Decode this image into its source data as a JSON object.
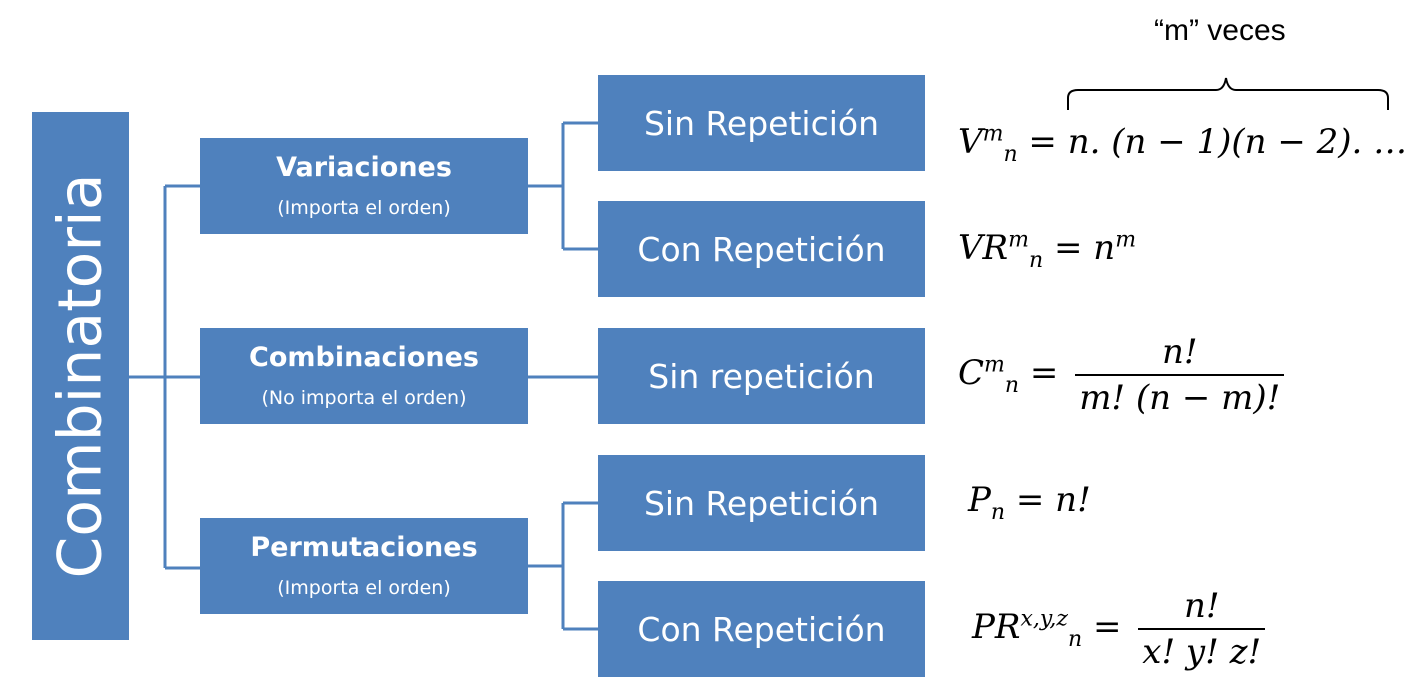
{
  "root": {
    "label": "Combinatoria"
  },
  "categories": [
    {
      "title": "Variaciones",
      "subtitle": "(Importa el orden)"
    },
    {
      "title": "Combinaciones",
      "subtitle": "(No importa el orden)"
    },
    {
      "title": "Permutaciones",
      "subtitle": "(Importa el orden)"
    }
  ],
  "subtypes": [
    {
      "label": "Sin Repetición"
    },
    {
      "label": "Con Repetición"
    },
    {
      "label": "Sin repetición"
    },
    {
      "label": "Sin Repetición"
    },
    {
      "label": "Con Repetición"
    }
  ],
  "annotation": {
    "label": "“m” veces"
  },
  "formulas": {
    "variaciones": {
      "base": "V",
      "sup": "m",
      "sub": "n",
      "rhs": "= n. (n − 1)(n − 2). …"
    },
    "variaciones_rep": {
      "base": "VR",
      "sup": "m",
      "sub": "n",
      "rhs": "= n",
      "rhs_sup": "m"
    },
    "combinaciones": {
      "base": "C",
      "sup": "m",
      "sub": "n",
      "num": "n!",
      "den": "m! (n − m)!"
    },
    "permutaciones": {
      "base": "P",
      "sub": "n",
      "rhs": "= n!"
    },
    "permutaciones_rep": {
      "base": "PR",
      "sup": "x,y,z",
      "sub": "n",
      "num": "n!",
      "den": "x! y! z!"
    }
  },
  "colors": {
    "box": "#4f81bd",
    "box_text": "#ffffff",
    "connector": "#4f81bd",
    "formula_text": "#000000"
  }
}
